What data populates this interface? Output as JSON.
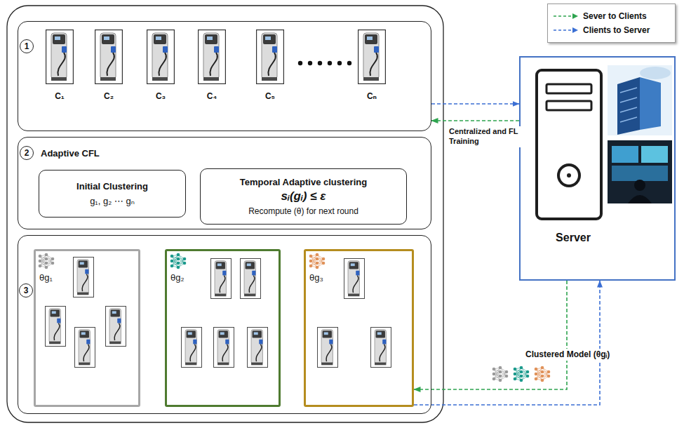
{
  "diagram": {
    "nodes": [
      {
        "text": [
          "1"
        ]
      },
      {
        "text": [
          "C₁"
        ],
        "in": 0
      },
      {
        "text": [
          "C₂"
        ],
        "in": 0
      },
      {
        "text": [
          "C₃"
        ],
        "in": 0
      },
      {
        "text": [
          "C₄"
        ],
        "in": 0
      },
      {
        "text": [
          "C₅"
        ],
        "in": 0
      },
      {
        "text": [
          "Cₙ"
        ],
        "in": 0
      },
      {
        "text": [
          "2",
          "Adaptive CFL"
        ]
      },
      {
        "text": [
          "Initial Clustering",
          "g₁, g₂ ⋯ gₙ"
        ],
        "in": 7
      },
      {
        "text": [
          "Temporal Adaptive clustering",
          "sᵢ(gᵢ) ≤ ε",
          "Recompute (θ) for next round"
        ],
        "in": 7
      },
      {
        "text": [
          "3"
        ]
      },
      {
        "text": [
          "θg₁"
        ],
        "in": 10
      },
      {
        "text": [
          "θg₂"
        ],
        "in": 10
      },
      {
        "text": [
          "θg₃"
        ],
        "in": 10
      },
      {
        "text": [
          "Server"
        ]
      }
    ],
    "edges": [
      {
        "from": 0,
        "to": 14,
        "arrow": "to"
      },
      {
        "from": 14,
        "to": 0,
        "arrow": "to",
        "label": "Centralized and FL Training"
      },
      {
        "from": 14,
        "to": 13,
        "arrow": "to",
        "label": "Clustered Model (θgᵢ)"
      },
      {
        "from": 13,
        "to": 14,
        "arrow": "to"
      }
    ],
    "legend": [
      {
        "text": "Sever to Clients"
      },
      {
        "text": "Clients to Server"
      }
    ]
  }
}
